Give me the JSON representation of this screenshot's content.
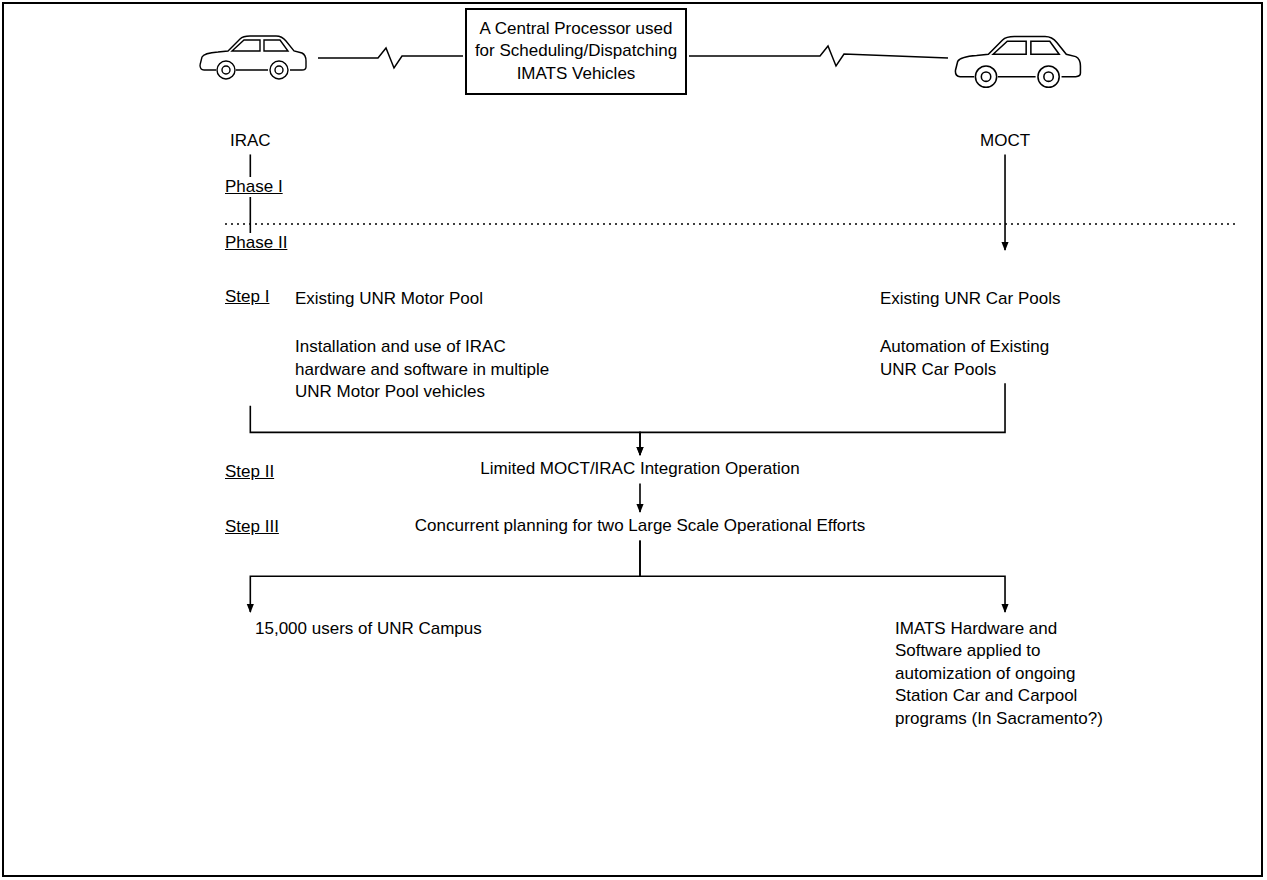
{
  "diagram": {
    "nodes": [
      {
        "text": [
          "A Central Processor used for Scheduling/Dispatching IMATS Vehicles"
        ]
      },
      {
        "text": [
          "IRAC"
        ]
      },
      {
        "text": [
          "MOCT"
        ]
      },
      {
        "text": [
          "Existing UNR Motor Pool",
          "Installation and use of IRAC hardware and software in multiple UNR Motor Pool vehicles"
        ]
      },
      {
        "text": [
          "Existing UNR Car Pools",
          "Automation of Existing UNR Car Pools"
        ]
      },
      {
        "text": [
          "Limited MOCT/IRAC Integration Operation"
        ]
      },
      {
        "text": [
          "Concurrent planning for two Large Scale Operational Efforts"
        ]
      },
      {
        "text": [
          "15,000 users of UNR Campus"
        ]
      },
      {
        "text": [
          "IMATS Hardware and Software applied to automization of ongoing Station Car and Carpool programs (In Sacramento?)"
        ]
      }
    ],
    "edges": [
      {
        "from": 1,
        "to": 3,
        "arrow": "to"
      },
      {
        "from": 2,
        "to": 4,
        "arrow": "to"
      },
      {
        "from": 3,
        "to": 5,
        "arrow": "to"
      },
      {
        "from": 4,
        "to": 5,
        "arrow": "to"
      },
      {
        "from": 5,
        "to": 6,
        "arrow": "to"
      },
      {
        "from": 6,
        "to": 7,
        "arrow": "to"
      },
      {
        "from": 6,
        "to": 8,
        "arrow": "to"
      }
    ],
    "labels": [
      "Phase I",
      "Phase II",
      "Step I",
      "Step II",
      "Step III"
    ]
  }
}
